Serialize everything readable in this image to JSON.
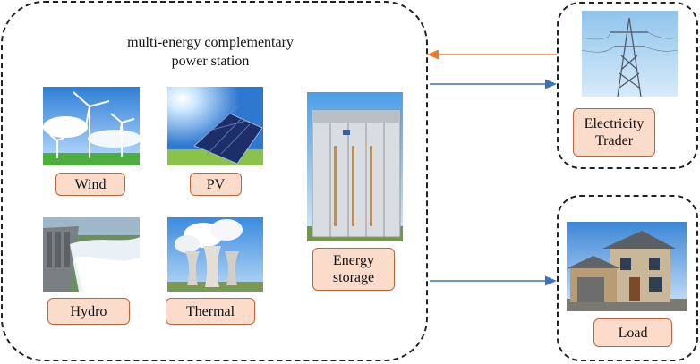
{
  "station": {
    "title_line1": "multi-energy complementary",
    "title_line2": "power station"
  },
  "sources": {
    "wind": "Wind",
    "pv": "PV",
    "hydro": "Hydro",
    "thermal": "Thermal"
  },
  "storage": {
    "line1": "Energy",
    "line2": "storage"
  },
  "trader": {
    "line1": "Electricity",
    "line2": "Trader"
  },
  "load": {
    "label": "Load"
  },
  "colors": {
    "arrow_in": "#f07a28",
    "arrow_out": "#3a72c0",
    "label_fill": "#fbdccb",
    "label_border": "#c0623a"
  }
}
